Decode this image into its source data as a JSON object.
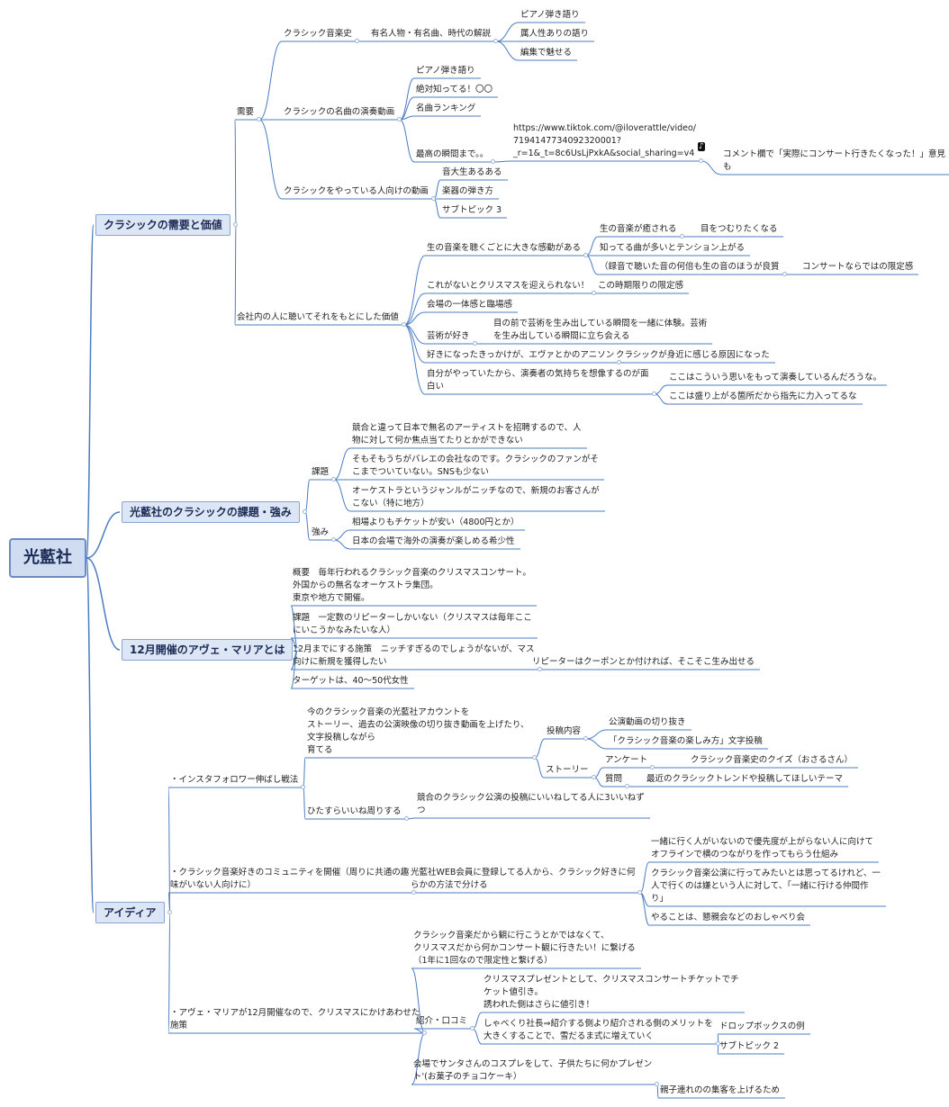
{
  "root": "光藍社",
  "branches": {
    "b1": "クラシックの需要と価値",
    "b2": "光藍社のクラシックの課題・強み",
    "b3": "12月開催のアヴェ・マリアとは",
    "b4": "アイディア"
  },
  "nodes": {
    "demand": "需要",
    "history": "クラシック音楽史",
    "history_desc": "有名人物・有名曲、時代の解説",
    "piano1": "ピアノ弾き語り",
    "personality": "属人性ありの語り",
    "editing": "編集で魅せる",
    "famous_videos": "クラシックの名曲の演奏動画",
    "piano2": "ピアノ弾き語り",
    "must_know": "絶対知ってる！〇〇",
    "ranking": "名曲ランキング",
    "best_moment": "最高の瞬間まで。。",
    "tiktok_url": "https://www.tiktok.com/@iloverattle/video/\n7194147734092320001?\n_r=1&_t=8c6UsLjPxkA&social_sharing=v4",
    "comment": "コメント欄で「実際にコンサート行きたくなった！」意見も",
    "players_video": "クラシックをやっている人向けの動画",
    "big_sound": "音大生あるある",
    "how_to_play": "楽器の弾き方",
    "subtopic3": "サブトピック 3",
    "company_value": "会社内の人に聴いてそれをもとにした価値",
    "live_moved": "生の音楽を聴くごとに大きな感動がある",
    "live_heals": "生の音楽が癒される",
    "close_eyes": "目をつむりたくなる",
    "known_songs": "知ってる曲が多いとテンション上がる",
    "recorded": "（録音で聴いた音の何倍も生の音のほうが良質",
    "concert_only": "コンサートならではの限定感",
    "no_christmas": "これがないとクリスマスを迎えられない！",
    "limited_time": "この時期限りの限定感",
    "unity": "会場の一体感と臨場感",
    "art_lover": "芸術が好き",
    "art_moment": "目の前で芸術を生み出している瞬間を一緒に体験。芸術\nを生み出している瞬間に立ち会える",
    "trigger": "好きになったきっかけが、エヴァとかのアニソン",
    "close_reason": "クラシックが身近に感じる原因になった",
    "imagine": "自分がやっていたから、演奏者の気持ちを想像するのが面\n白い",
    "imagine1": "ここはこういう思いをもって演奏しているんだろうな。",
    "imagine2": "ここは盛り上がる箇所だから指先に力入ってるな",
    "issues": "課題",
    "issue1": "競合と違って日本で無名のアーティストを招聘するので、人\n物に対して何か焦点当てたりとかができない",
    "issue2": "そもそもうちがバレエの会社なのです。クラシックのファンがそ\nこまでついていない。SNSも少ない",
    "issue3": "オーケストラというジャンルがニッチなので、新規のお客さんが\nこない（特に地方）",
    "strengths": "強み",
    "strength1": "相場よりもチケットが安い（4800円とか）",
    "strength2": "日本の会場で海外の演奏が楽しめる希少性",
    "overview": "概要　毎年行われるクラシック音楽のクリスマスコンサート。\n外国からの無名なオーケストラ集団。\n東京や地方で開催。",
    "challenge": "課題　一定数のリピーターしかいない（クリスマスは毎年ここ\nにいこうかなみたいな人）",
    "measure": "12月までにする施策　ニッチすぎるのでしょうがないが、マス\n向けに新規を獲得したい",
    "repeater": "リピーターはクーポンとか付ければ、そこそこ生み出せる",
    "target": "ターゲットは、40〜50代女性",
    "insta": "・インスタフォロワー伸ばし戦法",
    "insta_desc": "今のクラシック音楽の光藍社アカウントを\nストーリー、過去の公演映像の切り抜き動画を上げたり、\n文字投稿しながら\n育てる",
    "post_content": "投稿内容",
    "clip": "公演動画の切り抜き",
    "enjoy_text": "「クラシック音楽の楽しみ方」文字投稿",
    "story": "ストーリー",
    "survey": "アンケート",
    "quiz": "クラシック音楽史のクイズ（おさるさん）",
    "question": "質問",
    "trend": "最近のクラシックトレンドや投稿してほしいテーマ",
    "like": "ひたすらいいね周りする",
    "like_desc": "競合のクラシック公演の投稿にいいねしてる人に3いいねず\nつ",
    "community": "・クラシック音楽好きのコミュニティを開催（周りに共通の趣\n味がいない人向けに）",
    "web_member": "光藍社WEB会員に登録してる人から、クラシック好きに何\nらかの方法で分ける",
    "offline": "一緒に行く人がいないので優先度が上がらない人に向けて\nオフラインで横のつながりを作ってもらう仕組み",
    "alone": "クラシック音楽公演に行ってみたいとは思ってるけれど、一\n人で行くのは嫌という人に対して、「一緒に行ける仲間作\nり」",
    "meetup": "やることは、懇親会などのおしゃべり会",
    "xmas_plan": "・アヴェ・マリアが12月開催なので、クリスマスにかけあわせた\n施策",
    "xmas_desc": "クラシック音楽だから観に行こうとかではなくて、\nクリスマスだから何かコンサート観に行きたい！に繋げる\n（1年に1回なので限定性と繋げる）",
    "referral": "紹介・口コミ",
    "xmas_present": "クリスマスプレゼントとして、クリスマスコンサートチケットでチ\nケット値引き。\n誘われた側はさらに値引き！",
    "ceo": "しゃべくり社長⇒紹介する側より紹介される側のメリットを\n大きくすることで、雪だるま式に増えていく",
    "dropbox": "ドロップボックスの例",
    "subtopic2": "サブトピック 2",
    "santa": "会場でサンタさんのコスプレをして、子供たちに何かプレゼン\nト'(お菓子のチョコケーキ）",
    "family": "親子連れのの集客を上げるため"
  },
  "colors": {
    "line": "#4a7cc2",
    "branch_fill": "#dde6f5",
    "branch_border": "#8aa4d2",
    "dot": "#9fb3d8"
  },
  "icons": {
    "tiktok": "tiktok-icon"
  }
}
